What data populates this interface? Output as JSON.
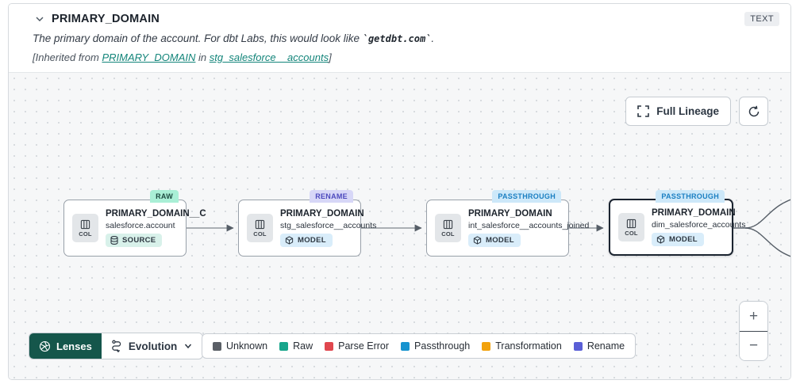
{
  "header": {
    "title": "PRIMARY_DOMAIN",
    "type_badge": "TEXT",
    "description_prefix": "The primary domain of the account. For dbt Labs, this would look like ",
    "description_code": "`getdbt.com`",
    "description_suffix": ".",
    "inherited_prefix": "[Inherited from ",
    "inherited_link_column": "PRIMARY_DOMAIN",
    "inherited_mid": " in ",
    "inherited_link_model": "stg_salesforce__accounts",
    "inherited_suffix": "]"
  },
  "toolbar": {
    "full_lineage_label": "Full Lineage",
    "refresh_icon": "refresh",
    "expand_icon": "expand-brackets"
  },
  "nodes": [
    {
      "title": "PRIMARY_DOMAIN__C",
      "subtitle": "salesforce.account",
      "resource": "SOURCE",
      "lens_badge": "RAW",
      "col_label": "COL",
      "selected": false
    },
    {
      "title": "PRIMARY_DOMAIN",
      "subtitle": "stg_salesforce__accounts",
      "resource": "MODEL",
      "lens_badge": "RENAME",
      "col_label": "COL",
      "selected": false
    },
    {
      "title": "PRIMARY_DOMAIN",
      "subtitle": "int_salesforce__accounts_joined",
      "resource": "MODEL",
      "lens_badge": "PASSTHROUGH",
      "col_label": "COL",
      "selected": false
    },
    {
      "title": "PRIMARY_DOMAIN",
      "subtitle": "dim_salesforce_accounts",
      "resource": "MODEL",
      "lens_badge": "PASSTHROUGH",
      "col_label": "COL",
      "selected": true
    }
  ],
  "controls": {
    "lenses_label": "Lenses",
    "lens_selected": "Evolution",
    "zoom_in": "+",
    "zoom_out": "−"
  },
  "legend": {
    "items": [
      {
        "label": "Unknown",
        "color": "#5a5f66"
      },
      {
        "label": "Raw",
        "color": "#17a58b"
      },
      {
        "label": "Parse Error",
        "color": "#e0474e"
      },
      {
        "label": "Passthrough",
        "color": "#1793cf"
      },
      {
        "label": "Transformation",
        "color": "#f2a20d"
      },
      {
        "label": "Rename",
        "color": "#5a5fd6"
      }
    ]
  },
  "colors": {
    "accent_teal": "#13857a",
    "lenses_button_bg": "#15564b",
    "canvas_bg": "#f6f7f8",
    "raw_badge_bg": "#a9efd6",
    "rename_badge_bg": "#d7d7f7",
    "passthrough_badge_bg": "#cde8f9",
    "source_badge_bg": "#d8f1ea",
    "model_badge_bg": "#d9edfa"
  }
}
